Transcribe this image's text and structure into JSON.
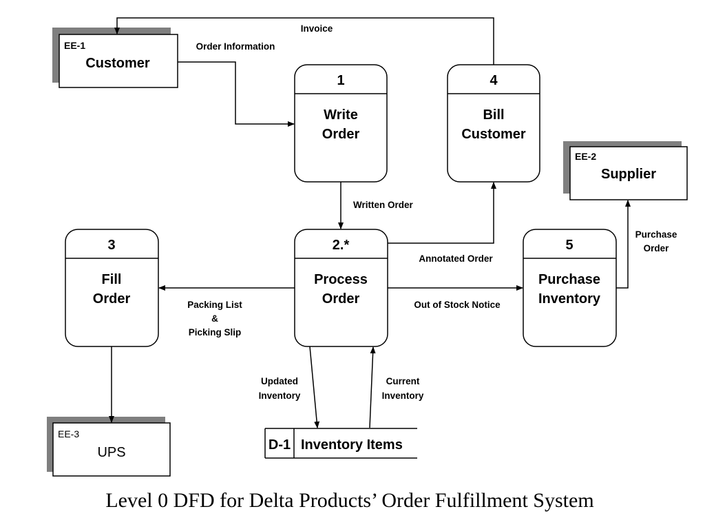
{
  "entities": {
    "customer": {
      "id": "EE-1",
      "name": "Customer"
    },
    "supplier": {
      "id": "EE-2",
      "name": "Supplier"
    },
    "ups": {
      "id": "EE-3",
      "name": "UPS"
    }
  },
  "processes": {
    "p1": {
      "number": "1",
      "name_line1": "Write",
      "name_line2": "Order"
    },
    "p2": {
      "number": "2.*",
      "name_line1": "Process",
      "name_line2": "Order"
    },
    "p3": {
      "number": "3",
      "name_line1": "Fill",
      "name_line2": "Order"
    },
    "p4": {
      "number": "4",
      "name_line1": "Bill",
      "name_line2": "Customer"
    },
    "p5": {
      "number": "5",
      "name_line1": "Purchase",
      "name_line2": "Inventory"
    }
  },
  "store": {
    "id": "D-1",
    "name": "Inventory Items"
  },
  "flows": {
    "invoice": "Invoice",
    "order_information": "Order Information",
    "written_order": "Written Order",
    "annotated_order": "Annotated Order",
    "packing_line1": "Packing List",
    "packing_line2": "&",
    "packing_line3": "Picking Slip",
    "out_of_stock": "Out of Stock Notice",
    "purchase_line1": "Purchase",
    "purchase_line2": "Order",
    "updated_line1": "Updated",
    "updated_line2": "Inventory",
    "current_line1": "Current",
    "current_line2": "Inventory"
  },
  "caption": "Level 0 DFD for Delta Products’ Order Fulfillment System"
}
